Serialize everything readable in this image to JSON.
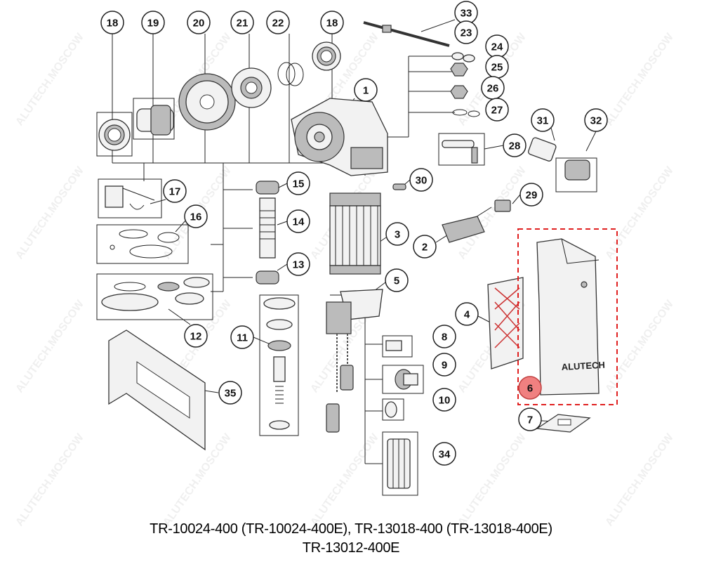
{
  "callouts": [
    {
      "num": "18",
      "id": "a"
    },
    {
      "num": "19"
    },
    {
      "num": "20"
    },
    {
      "num": "21"
    },
    {
      "num": "22"
    },
    {
      "num": "18",
      "id": "b"
    },
    {
      "num": "33"
    },
    {
      "num": "23"
    },
    {
      "num": "24"
    },
    {
      "num": "25"
    },
    {
      "num": "26"
    },
    {
      "num": "27"
    },
    {
      "num": "1"
    },
    {
      "num": "31"
    },
    {
      "num": "32"
    },
    {
      "num": "28"
    },
    {
      "num": "30"
    },
    {
      "num": "29"
    },
    {
      "num": "17"
    },
    {
      "num": "15"
    },
    {
      "num": "16"
    },
    {
      "num": "14"
    },
    {
      "num": "3"
    },
    {
      "num": "2"
    },
    {
      "num": "13"
    },
    {
      "num": "5"
    },
    {
      "num": "4"
    },
    {
      "num": "12"
    },
    {
      "num": "11"
    },
    {
      "num": "8"
    },
    {
      "num": "9"
    },
    {
      "num": "6",
      "highlight": true
    },
    {
      "num": "35"
    },
    {
      "num": "10"
    },
    {
      "num": "7"
    },
    {
      "num": "34"
    }
  ],
  "highlight_color": "#f08080",
  "highlight_box_color": "#e02020",
  "brand_label": "ALUTECH",
  "watermark": "ALUTECH.MOSCOW",
  "caption": {
    "line1": "TR-10024-400 (TR-10024-400E), TR-13018-400 (TR-13018-400E)",
    "line2": "TR-13012-400E"
  }
}
